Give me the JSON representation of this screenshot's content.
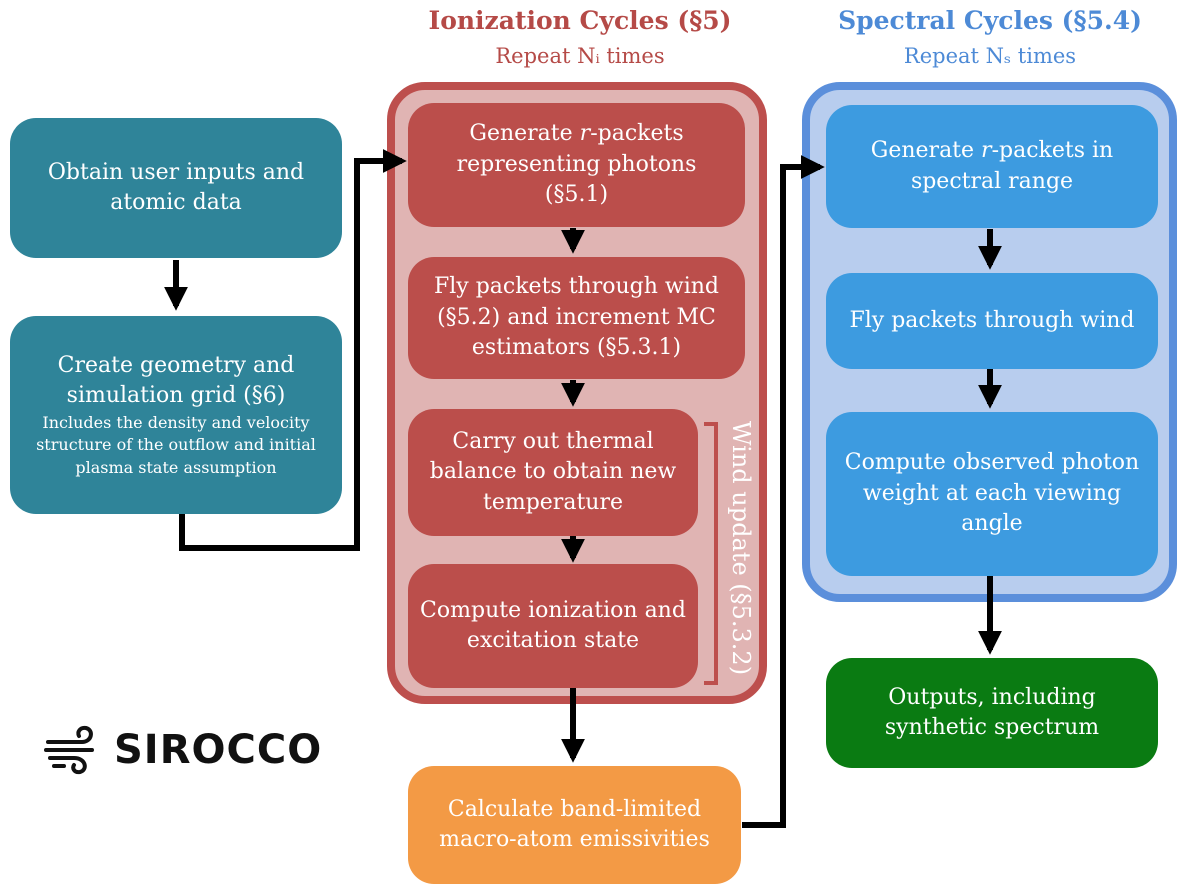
{
  "ionization": {
    "title": "Ionization Cycles (§5)",
    "subtitle": "Repeat Nᵢ times",
    "steps": {
      "generate": [
        "Generate ",
        "r",
        "-packets representing photons (§5.1)"
      ],
      "fly": "Fly packets through wind (§5.2) and increment MC estimators (§5.3.1)",
      "thermal": "Carry out thermal balance to obtain new temperature",
      "ionize": "Compute ionization and excitation state"
    },
    "wind_update_label": "Wind update (§5.3.2)"
  },
  "spectral": {
    "title": "Spectral Cycles (§5.4)",
    "subtitle": "Repeat Nₛ times",
    "steps": {
      "generate": [
        "Generate ",
        "r",
        "-packets in spectral range"
      ],
      "fly": "Fly packets through wind",
      "compute": "Compute observed photon weight at each viewing angle"
    }
  },
  "left": {
    "inputs": "Obtain user inputs and atomic data",
    "geometry_title": "Create geometry and simulation grid (§6)",
    "geometry_detail": "Includes the density and velocity structure of the outflow and initial plasma state assumption"
  },
  "macro_atom": "Calculate band-limited macro-atom emissivities",
  "outputs": "Outputs, including synthetic spectrum",
  "logo": {
    "text": "SIROCCO",
    "icon": "wind-icon"
  },
  "colors": {
    "teal": "#2f8499",
    "red_box": "#bb4e4b",
    "red_panel": "#e0b4b3",
    "blue_box": "#3d9be0",
    "blue_panel": "#b8cdee",
    "green": "#0a7b12",
    "orange": "#f39a45"
  }
}
